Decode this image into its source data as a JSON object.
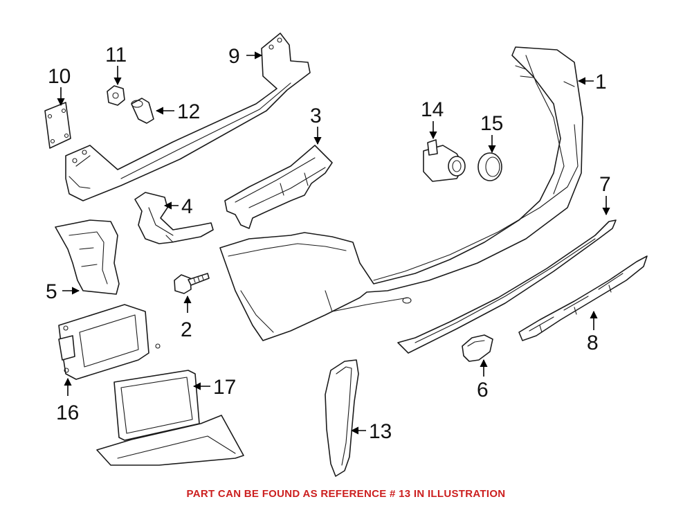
{
  "callouts": [
    "1",
    "2",
    "3",
    "4",
    "5",
    "6",
    "7",
    "8",
    "9",
    "10",
    "11",
    "12",
    "13",
    "14",
    "15",
    "16",
    "17"
  ],
  "footer": {
    "note": "PART CAN BE FOUND AS REFERENCE # 13 IN ILLUSTRATION",
    "color": "#cc1f1f"
  },
  "colors": {
    "line": "#1a1a1a",
    "background": "#ffffff"
  }
}
